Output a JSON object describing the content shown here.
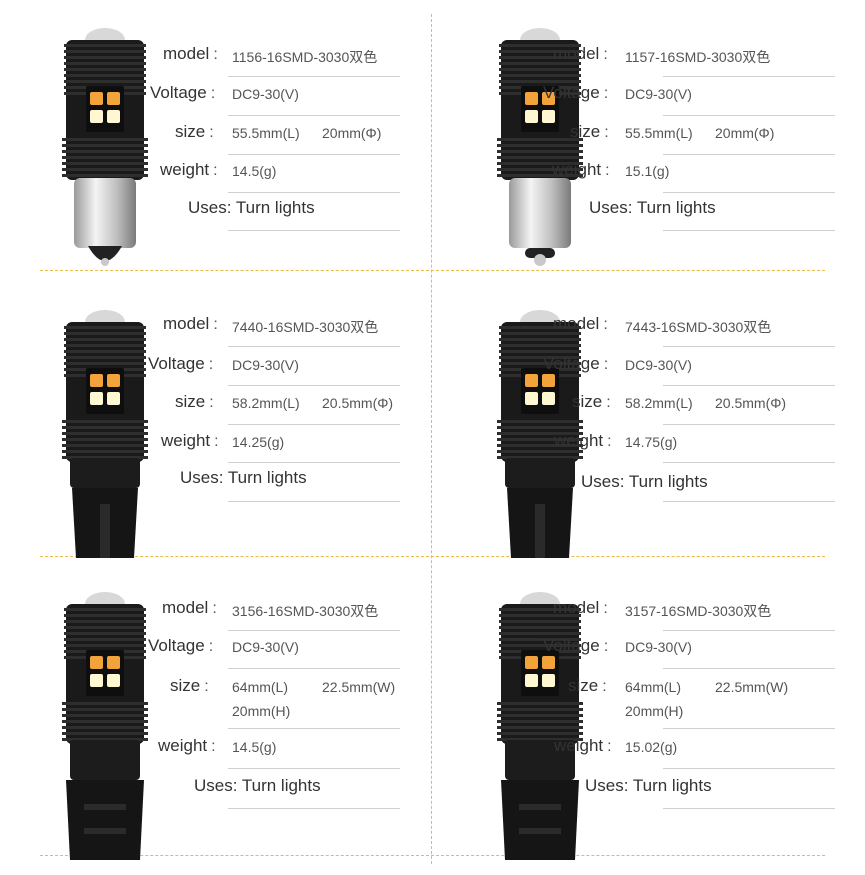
{
  "labels": {
    "model": "model",
    "voltage": "Voltage",
    "size": "size",
    "weight": "weight",
    "colon": ":"
  },
  "colors": {
    "divider": "#e9b94a",
    "bulb_body": "#1a1a1a",
    "led_amber": "#f2a43a",
    "led_white": "#fff7d2"
  },
  "products": [
    {
      "model": "1156-16SMD-3030双色",
      "voltage": "DC9-30(V)",
      "size_a": "55.5mm(L)",
      "size_b": "20mm(Φ)",
      "size_c": "",
      "weight": "14.5(g)",
      "uses": "Uses: Turn lights",
      "base": "metal-single"
    },
    {
      "model": "1157-16SMD-3030双色",
      "voltage": "DC9-30(V)",
      "size_a": "55.5mm(L)",
      "size_b": "20mm(Φ)",
      "size_c": "",
      "weight": "15.1(g)",
      "uses": "Uses: Turn lights",
      "base": "metal-double"
    },
    {
      "model": "7440-16SMD-3030双色",
      "voltage": "DC9-30(V)",
      "size_a": "58.2mm(L)",
      "size_b": "20.5mm(Φ)",
      "size_c": "",
      "weight": "14.25(g)",
      "uses": "Uses: Turn lights",
      "base": "wedge"
    },
    {
      "model": "7443-16SMD-3030双色",
      "voltage": "DC9-30(V)",
      "size_a": "58.2mm(L)",
      "size_b": "20.5mm(Φ)",
      "size_c": "",
      "weight": "14.75(g)",
      "uses": "Uses: Turn lights",
      "base": "wedge"
    },
    {
      "model": "3156-16SMD-3030双色",
      "voltage": "DC9-30(V)",
      "size_a": "64mm(L)",
      "size_b": "22.5mm(W)",
      "size_c": "20mm(H)",
      "weight": "14.5(g)",
      "uses": "Uses: Turn lights",
      "base": "plastic-3156"
    },
    {
      "model": "3157-16SMD-3030双色",
      "voltage": "DC9-30(V)",
      "size_a": "64mm(L)",
      "size_b": "22.5mm(W)",
      "size_c": "20mm(H)",
      "weight": "15.02(g)",
      "uses": "Uses: Turn lights",
      "base": "plastic-3156"
    }
  ]
}
